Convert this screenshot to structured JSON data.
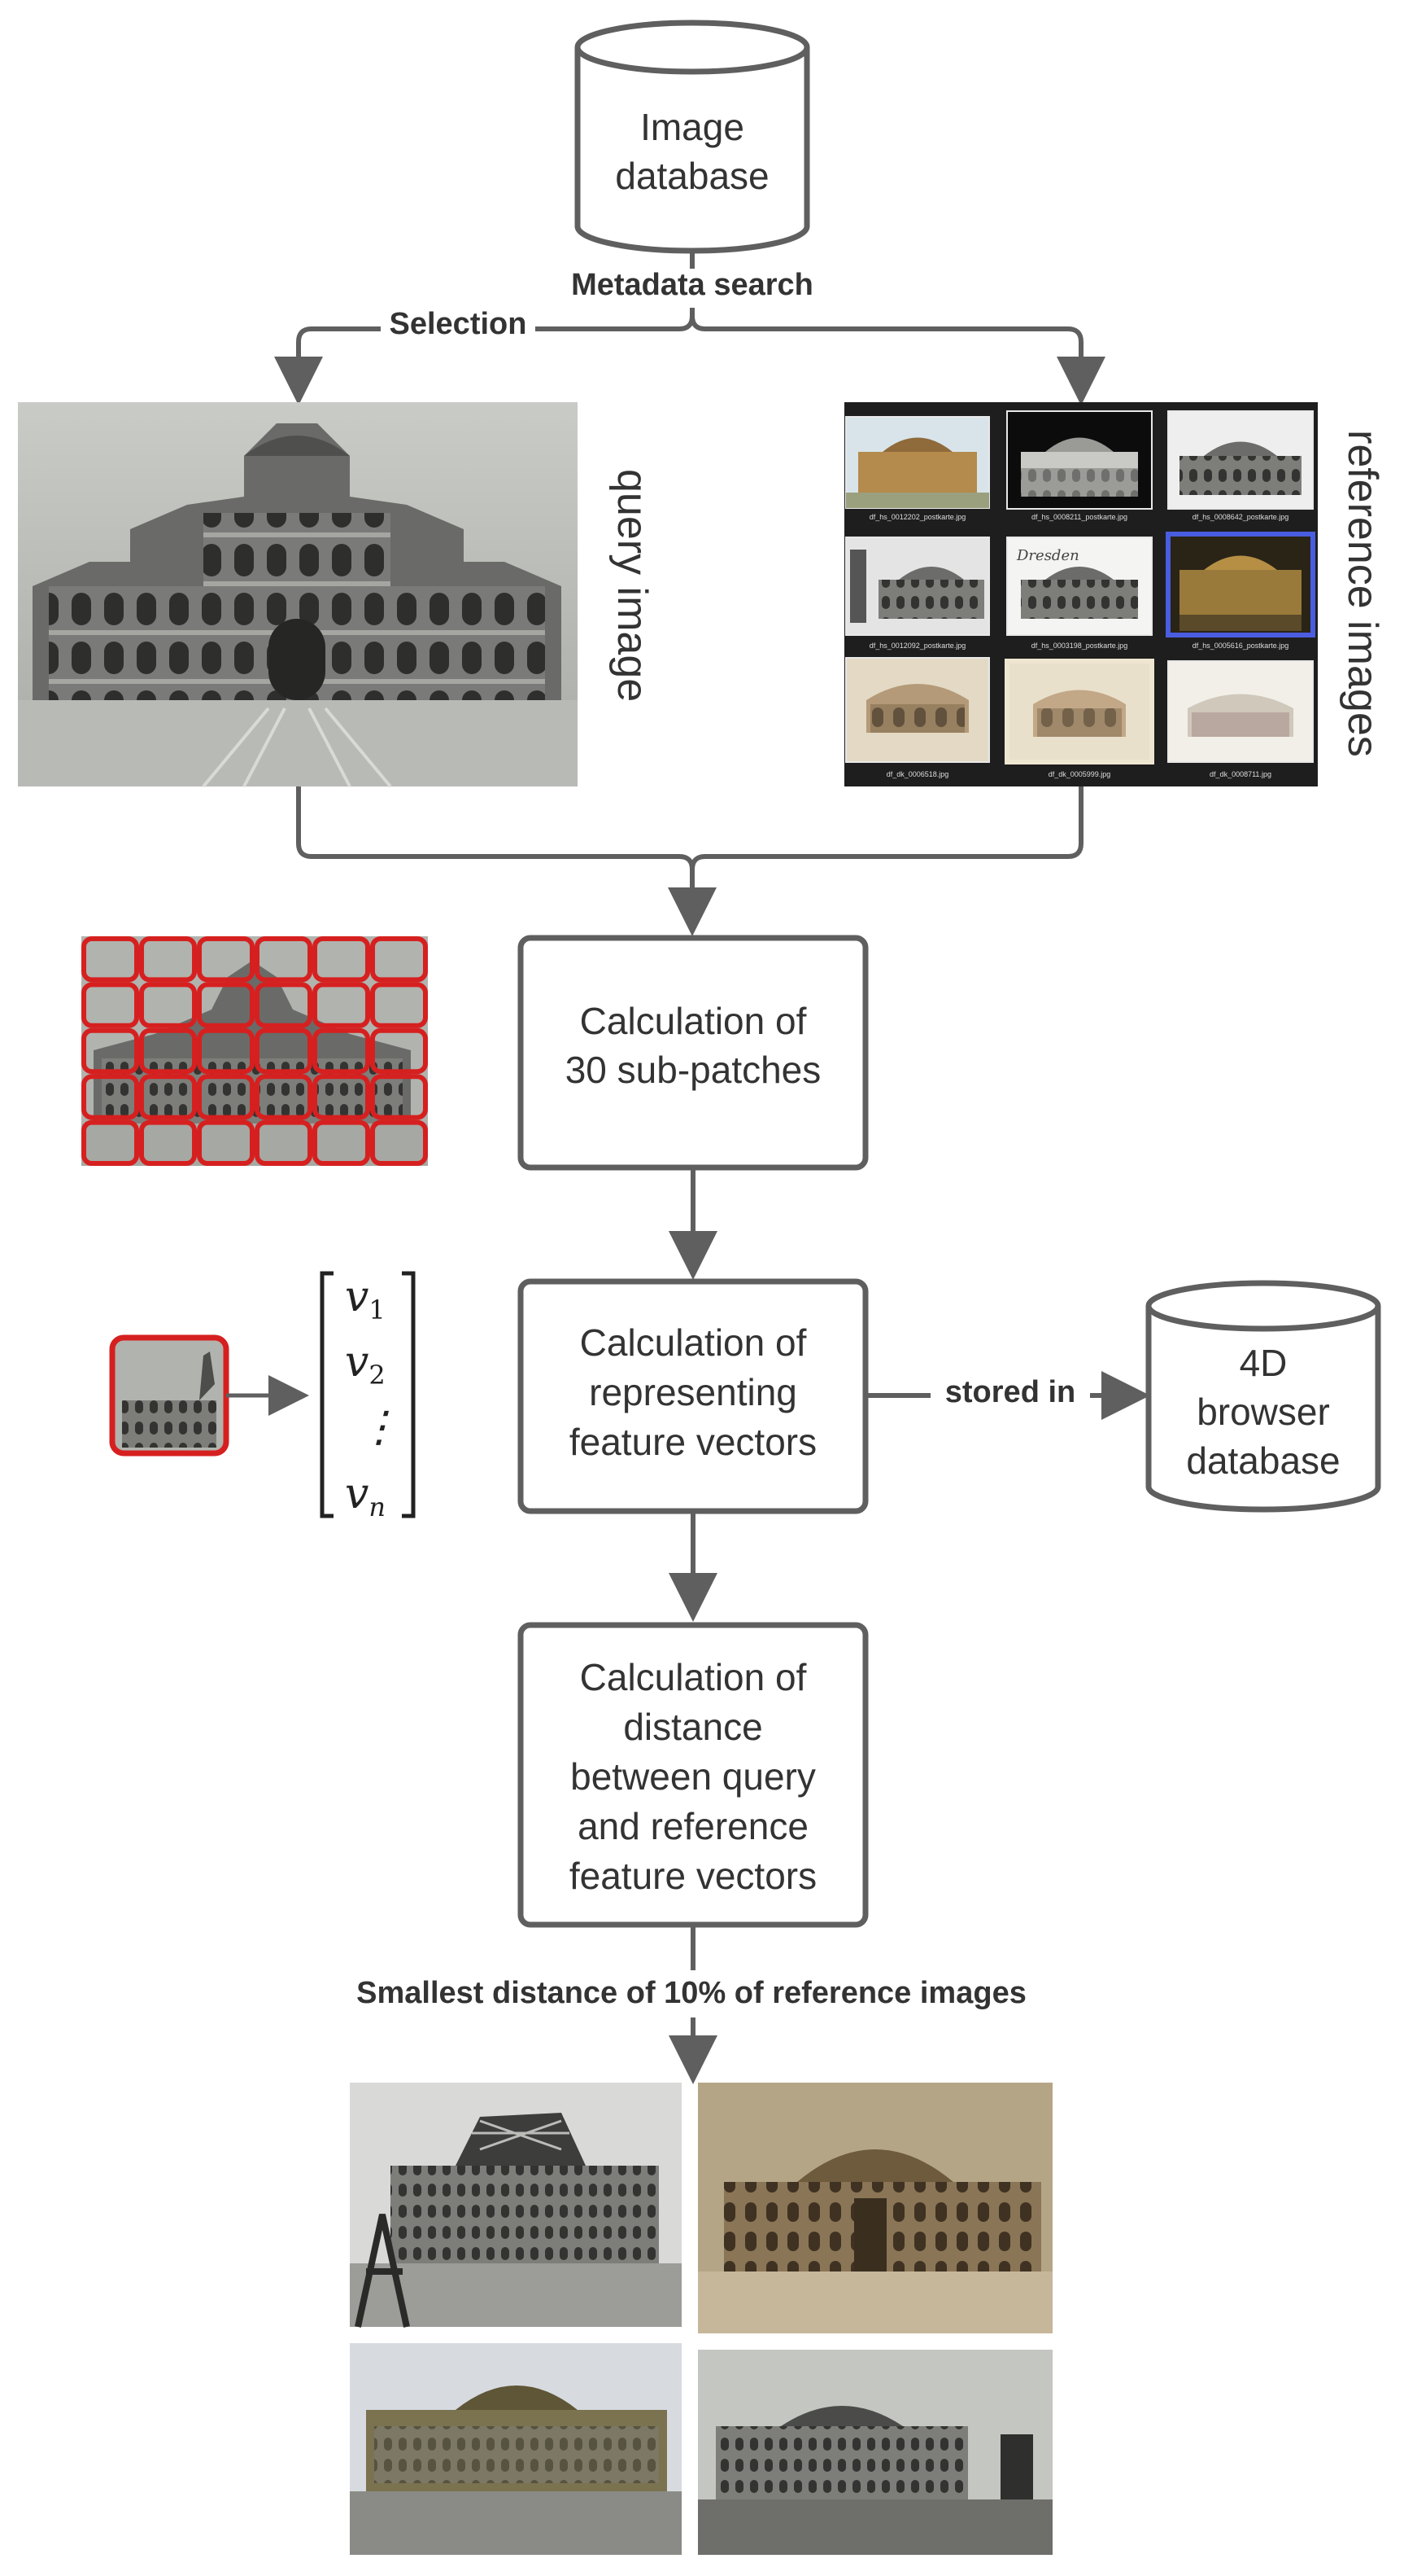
{
  "nodes": {
    "image_database": [
      "Image",
      "database"
    ],
    "sub_patches": [
      "Calculation of",
      "30 sub-patches"
    ],
    "feature_vectors": [
      "Calculation of",
      "representing",
      "feature vectors"
    ],
    "browser_database": [
      "4D",
      "browser",
      "database"
    ],
    "distance": [
      "Calculation of",
      "distance",
      "between query",
      "and reference",
      "feature vectors"
    ]
  },
  "edge_labels": {
    "metadata_search": "Metadata search",
    "selection": "Selection",
    "stored_in": "stored in",
    "smallest_distance": "Smallest distance of 10% of reference images"
  },
  "labels": {
    "query_image": "query image",
    "reference_images": "reference images"
  },
  "vector": {
    "v1": "v",
    "s1": "1",
    "v2": "v",
    "s2": "2",
    "vdots": "⋮",
    "vn": "v",
    "sn": "n"
  },
  "thumbnail_captions": [
    "df_hs_0012202_postkarte.jpg",
    "df_hs_0008211_postkarte.jpg",
    "df_hs_0008642_postkarte.jpg",
    "df_hs_0012092_postkarte.jpg",
    "df_hs_0003198_postkarte.jpg",
    "df_hs_0005616_postkarte.jpg",
    "df_dk_0006518.jpg",
    "df_dk_0005999.jpg",
    "df_dk_0008711.jpg"
  ],
  "colors": {
    "stroke": "#5f5f5f",
    "text": "#333333",
    "patch_red": "#d62020",
    "reference_bg": "#1e1e1e",
    "highlight_blue": "#4a5de0"
  },
  "icons": [
    "database-cylinder-icon",
    "arrow-icon"
  ]
}
